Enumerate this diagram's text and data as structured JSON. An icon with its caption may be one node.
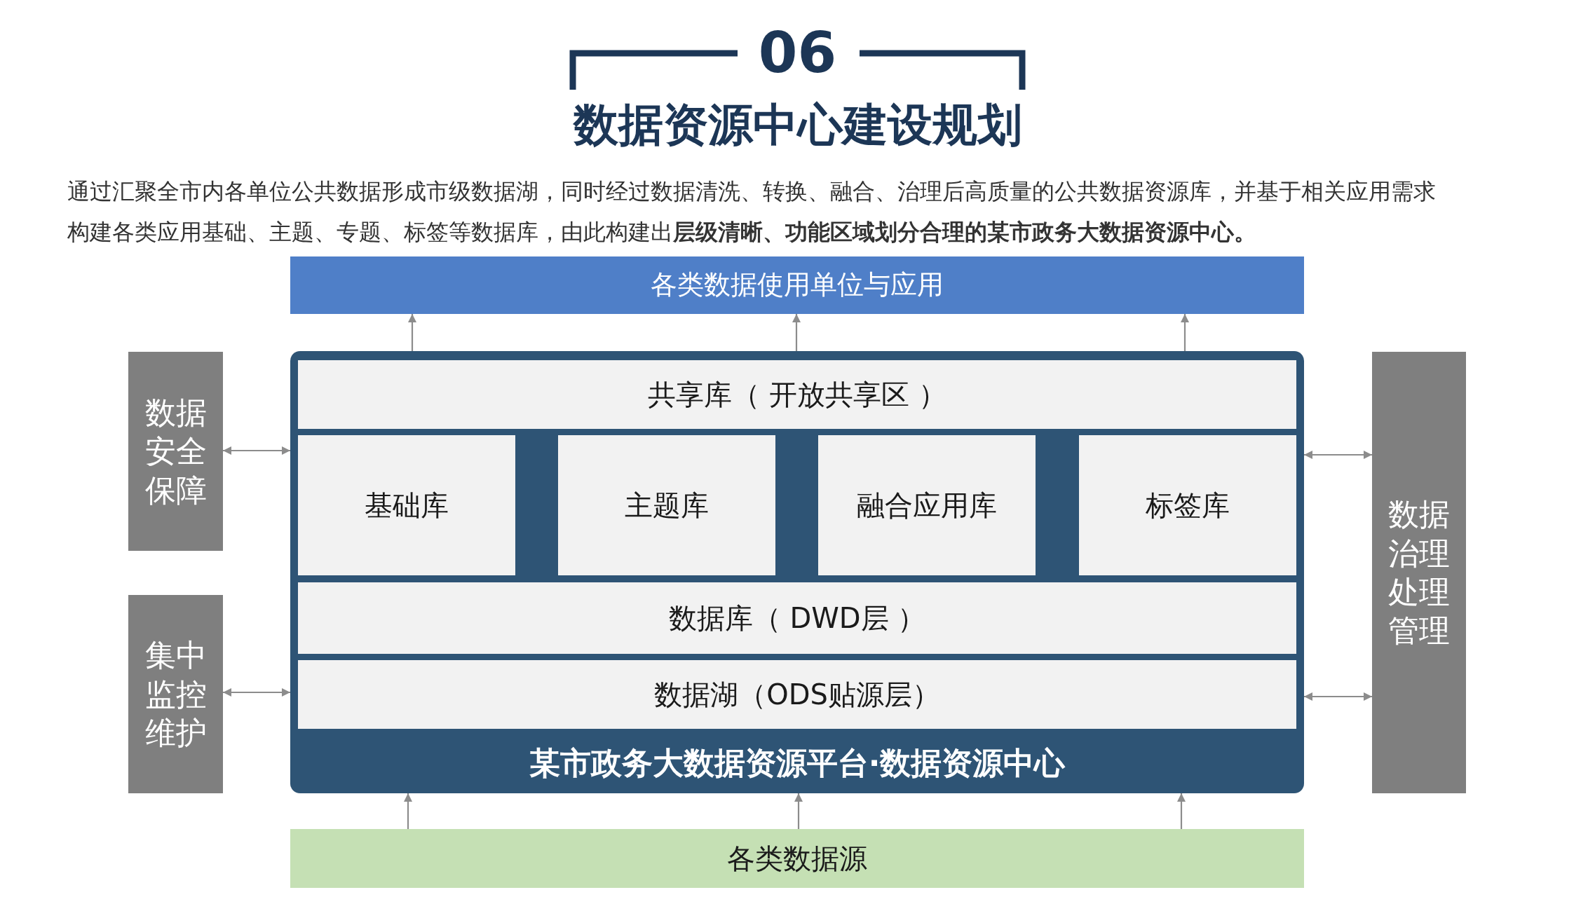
{
  "diagram": {
    "title": "数据资源中心建设规划",
    "nodes": [
      {
        "text": [
          "各类数据使用单位与应用"
        ]
      },
      {
        "text": [
          "某市政务大数据资源平台·数据资源中心"
        ]
      },
      {
        "text": [
          "共享库（ 开放共享区 ）"
        ],
        "in": 1
      },
      {
        "text": [
          "基础库"
        ],
        "in": 1
      },
      {
        "text": [
          "主题库"
        ],
        "in": 1
      },
      {
        "text": [
          "融合应用库"
        ],
        "in": 1
      },
      {
        "text": [
          "标签库"
        ],
        "in": 1
      },
      {
        "text": [
          "数据库（ DWD层 ）"
        ],
        "in": 1
      },
      {
        "text": [
          "数据湖（ODS贴源层）"
        ],
        "in": 1
      },
      {
        "text": [
          "数据安全保障"
        ]
      },
      {
        "text": [
          "集中监控维护"
        ]
      },
      {
        "text": [
          "数据治理处理管理"
        ]
      },
      {
        "text": [
          "各类数据源"
        ]
      }
    ],
    "edges": [
      {
        "from": 1,
        "to": 0,
        "arrow": "to"
      },
      {
        "from": 1,
        "to": 0,
        "arrow": "to"
      },
      {
        "from": 1,
        "to": 0,
        "arrow": "to"
      },
      {
        "from": 9,
        "to": 1,
        "arrow": "both"
      },
      {
        "from": 1,
        "to": 11,
        "arrow": "both"
      },
      {
        "from": 10,
        "to": 1,
        "arrow": "both"
      },
      {
        "from": 1,
        "to": 11,
        "arrow": "both"
      },
      {
        "from": 12,
        "to": 1,
        "arrow": "to"
      },
      {
        "from": 12,
        "to": 1,
        "arrow": "to"
      },
      {
        "from": 12,
        "to": 1,
        "arrow": "to"
      }
    ],
    "labels": [
      "06",
      "通过汇聚全市内各单位公共数据形成市级数据湖，同时经过数据清洗、转换、融合、治理后高质量的公共数据资源库，并基于相关应用需求构建各类应用基础、主题、专题、标签等数据库，由此构建出**层级清晰、功能区域划分合理的某市政务大数据资源中心。**"
    ]
  }
}
